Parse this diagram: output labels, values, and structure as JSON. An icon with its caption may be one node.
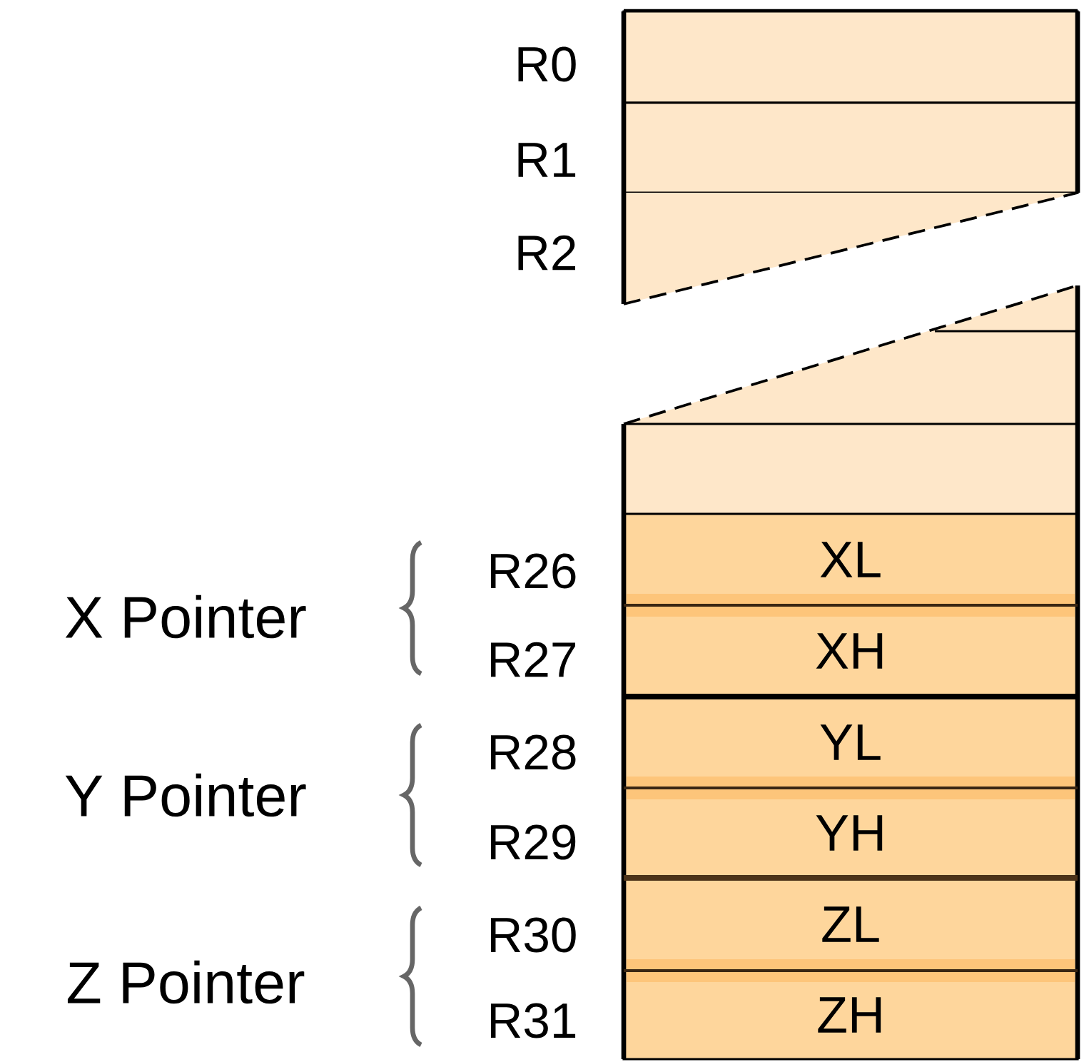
{
  "diagram": {
    "nodes": [
      {
        "text": [],
        "shape": "box",
        "beside": [
          "R0"
        ]
      },
      {
        "text": [],
        "shape": "box",
        "beside": [
          "R1"
        ]
      },
      {
        "text": [],
        "shape": "box",
        "beside": [
          "R2"
        ]
      },
      {
        "text": [
          "XL"
        ],
        "beside": [
          "R26"
        ]
      },
      {
        "text": [
          "XH"
        ],
        "beside": [
          "R27"
        ]
      },
      {
        "text": [
          "YL"
        ],
        "beside": [
          "R28"
        ]
      },
      {
        "text": [
          "YH"
        ],
        "beside": [
          "R29"
        ]
      },
      {
        "text": [
          "ZL"
        ],
        "beside": [
          "R30"
        ]
      },
      {
        "text": [
          "ZH"
        ],
        "beside": [
          "R31"
        ]
      }
    ],
    "labels": [
      "X Pointer",
      "Y Pointer",
      "Z Pointer"
    ]
  }
}
